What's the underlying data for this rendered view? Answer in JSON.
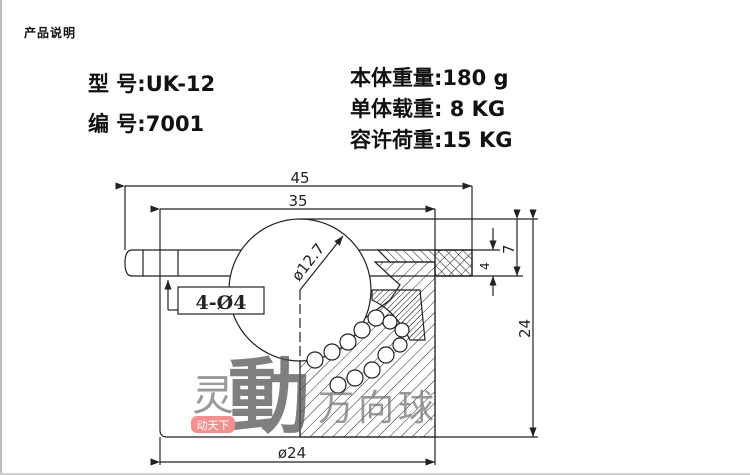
{
  "title": "产品说明",
  "specs": {
    "model_label": "型  号:",
    "model_value": "UK-12",
    "code_label": "编  号:",
    "code_value": "7001",
    "weight_label": "本体重量:",
    "weight_value": "180 g",
    "unit_load_label": "单体载重:",
    "unit_load_value": "8 KG",
    "allowable_load_label": "容许荷重:",
    "allowable_load_value": "15 KG"
  },
  "drawing": {
    "dim_overall_width": "45",
    "dim_body_width": "35",
    "dim_ball_diameter": "ø12.7",
    "dim_holes": "4-Ø4",
    "dim_flange_thickness": "4",
    "dim_ball_protrusion": "7",
    "dim_height": "24",
    "dim_body_diameter": "ø24"
  },
  "watermark": {
    "text_left": "灵",
    "text_main": "動",
    "text_rest": "万向球",
    "seal": "动天下"
  }
}
